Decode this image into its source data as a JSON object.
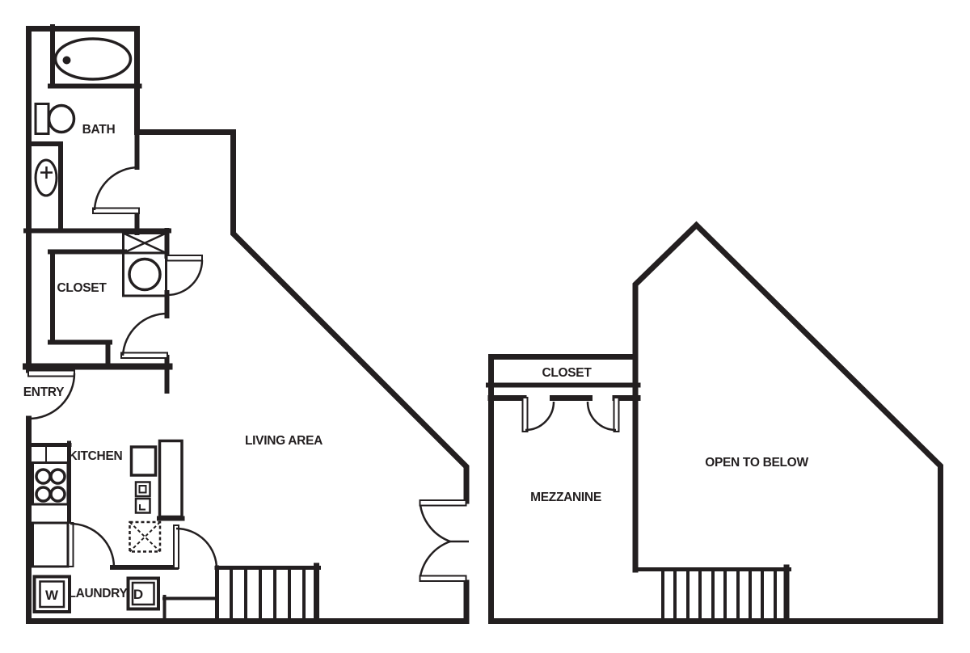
{
  "colors": {
    "ink": "#231f20",
    "background": "#ffffff"
  },
  "left_unit": {
    "labels": {
      "bath": "BATH",
      "closet": "CLOSET",
      "entry": "ENTRY",
      "kitchen": "KITCHEN",
      "living_area": "LIVING AREA",
      "laundry": "LAUNDRY",
      "washer": "W",
      "dryer": "D"
    },
    "stair_tread_count": 7
  },
  "right_unit": {
    "labels": {
      "closet": "CLOSET",
      "mezzanine": "MEZZANINE",
      "open_to_below": "OPEN TO BELOW"
    },
    "stair_tread_count": 11
  }
}
